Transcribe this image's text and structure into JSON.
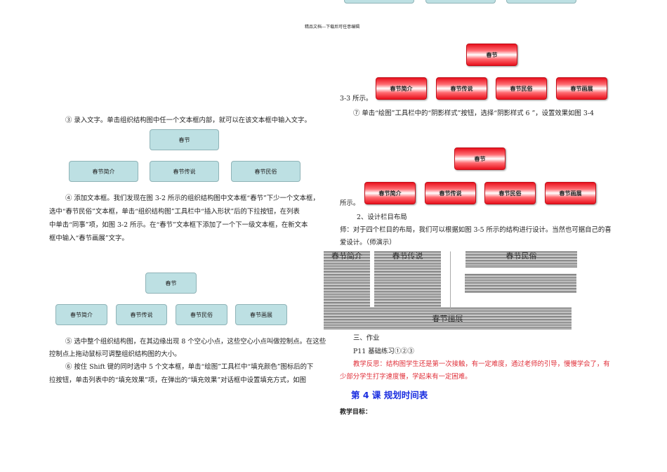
{
  "header": "精品文档---下载后可任意编辑",
  "left": {
    "step3": "③ 录入文字。单击组织结构图中任一个文本框内部，就可以在该文本框中输入文字。",
    "step4": [
      "④ 添加文本框。我们发现在图 3-2 所示的组织结构图中文本框“春节”下少一个文本框，",
      "选中“春节民俗”文本框，单击“组织结构图”工具栏中“插入形状”后的下拉按钮，在列表",
      "中单击“同事”项，如图 3-2 所示。在“春节”文本框下添加了一个下一级文本框，在新文本",
      "框中输入“春节画展”文字。"
    ],
    "step5": [
      "⑤ 选中整个组织结构图，在其边缘出现 8 个空心小点，这些空心小点叫做控制点。在这些",
      "控制点上拖动鼠标可调整组织结构图的大小。"
    ],
    "step6": [
      "⑥ 按住 Shift 键的同时选中 5 个文本框，单击“绘图”工具栏中“填充颜色”图标后的下",
      "拉按钮，单击列表中的“填充效果”项，在弹出的“填充效果”对话框中设置填充方式，如图"
    ]
  },
  "right": {
    "fig33": "3-3 所示。",
    "step7": "⑦ 单击“绘图”工具栏中的“阴影样式”按钮，选择“阴影样式 6 ”，设置效果如图 3-4",
    "fig34": "所示。",
    "sec2": "2、设计栏目布局",
    "teacher": [
      "师：对于四个栏目的布局，我们可以根据如图 3-5 所示的结构进行设计。当然也可据自己的喜",
      "爱设计。（师演示）"
    ],
    "hw": "三、作业",
    "hw_item": "P11 基础练习①②③",
    "reflection": [
      "教学反思：结构图学生还是第一次接触，有一定难度，通过老师的引导，慢慢学会了，有",
      "少部分学生打字速度慢，学起来有一定困难。"
    ],
    "lesson": "第 4 课  规划时间表",
    "goals": "教学目标："
  },
  "org": {
    "root": "春节",
    "c1": "春节简介",
    "c2": "春节传说",
    "c3": "春节民俗",
    "c4": "春节画展"
  },
  "colors": {
    "teal": "#bde0e3",
    "red": "#e8101c",
    "heading": "#1a2ee0",
    "reflection": "#e0303a"
  }
}
